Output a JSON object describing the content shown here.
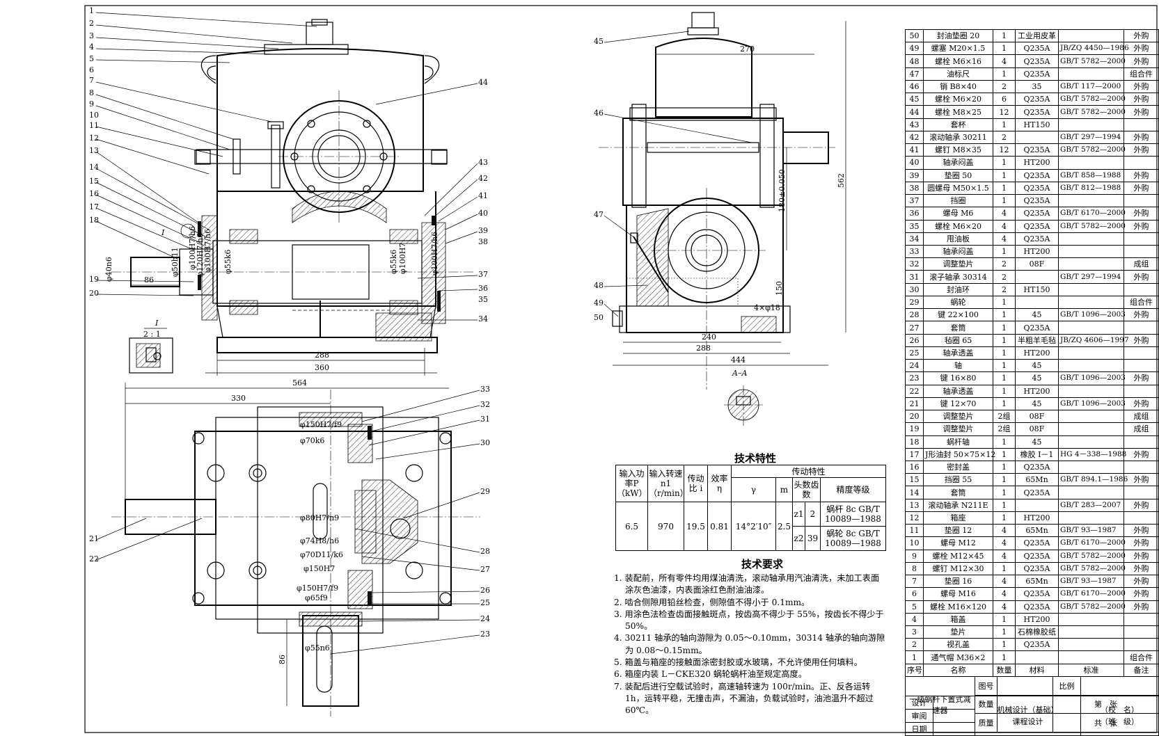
{
  "callouts_front": [
    "1",
    "2",
    "3",
    "4",
    "5",
    "6",
    "7",
    "8",
    "9",
    "10",
    "11",
    "12",
    "13",
    "14",
    "15",
    "16",
    "17",
    "18",
    "19",
    "20"
  ],
  "callouts_front_right": [
    "44",
    "43",
    "42",
    "41",
    "40",
    "39",
    "38",
    "37",
    "36",
    "35",
    "34"
  ],
  "callouts_top_right": [
    "33",
    "32",
    "31",
    "30",
    "29",
    "28",
    "27",
    "26",
    "25",
    "24",
    "23"
  ],
  "callouts_top_left": [
    "21",
    "22"
  ],
  "callouts_side": [
    "45",
    "46",
    "47",
    "48",
    "49",
    "50"
  ],
  "front_dims": {
    "shaft": "φ40n6",
    "d1": "φ50h11",
    "d2": "φ100H7/h6",
    "d3": "φ120H7/h6",
    "d4": "φ100H7/h6",
    "d5": "φ55k6",
    "d6": "φ55k6",
    "d7": "φ100H7",
    "d8": "φ100H7/h6",
    "l86": "86",
    "w288": "288",
    "w360": "360",
    "detail": "I",
    "detail_scale": "2 : 1",
    "detail_mark": "I"
  },
  "top_dims": {
    "w564": "564",
    "w330": "330",
    "d1": "φ150H7/f9",
    "d2": "φ70k6",
    "d3": "φ80H7/n9",
    "d4": "φ74H8/h6",
    "d5": "φ70D11/k6",
    "d6": "φ150H7",
    "d7": "φ150H7/f9",
    "d8": "φ65f9",
    "d9": "φ55n6",
    "h86": "86"
  },
  "side_dims": {
    "w270": "270",
    "h562": "562",
    "h180": "180±0.050",
    "h150": "150",
    "holes": "4×φ18",
    "w240": "240",
    "w288": "288",
    "w444": "444",
    "section": "A–A"
  },
  "tech": {
    "title": "技术特性",
    "h_power": "输入功率P（kW）",
    "h_speed": "输入转速n1（r/min）",
    "h_ratio": "传动比 i",
    "h_eff": "效率 η",
    "h_trans": "传动特性",
    "h_gamma": "γ",
    "h_m": "m",
    "h_teeth": "头数齿数",
    "h_grade": "精度等级",
    "power": "6.5",
    "speed": "970",
    "ratio": "19.5",
    "eff": "0.81",
    "gamma": "14°2′10″",
    "m": "2.5",
    "z1": "z1",
    "z1v": "2",
    "z2": "z2",
    "z2v": "39",
    "grade1": "蜗杆 8c GB/T 10089—1988",
    "grade2": "蜗轮 8c GB/T 10089—1988"
  },
  "requirements": {
    "title": "技术要求",
    "items": [
      "1. 装配前，所有零件均用煤油清洗，滚动轴承用汽油清洗，未加工表面涂灰色油漆，内表面涂红色耐油油漆。",
      "2. 啮合侧隙用铅丝检查，侧隙值不得小于 0.1mm。",
      "3. 用涂色法检查齿面接触斑点，按齿高不得少于 55%，按齿长不得少于 50%。",
      "4. 30211 轴承的轴向游隙为 0.05～0.10mm，30314 轴承的轴向游隙为 0.08～0.15mm。",
      "5. 箱盖与箱座的接触面涂密封胶或水玻璃，不允许使用任何填料。",
      "6. 箱座内装 L－CKE320 蜗轮蜗杆油至规定高度。",
      "7. 装配后进行空载试验时，高速轴转速为 100r/min。正、反各运转 1h，运转平稳，无撞击声，不漏油，负载试验时，油池温升不超过 60℃。"
    ]
  },
  "parts_header": [
    "序号",
    "名称",
    "数量",
    "材料",
    "标准",
    "备注"
  ],
  "parts": [
    [
      "50",
      "封油垫圈 20",
      "1",
      "工业用皮革",
      "",
      "外购"
    ],
    [
      "49",
      "螺塞 M20×1.5",
      "1",
      "Q235A",
      "JB/ZQ 4450—1986",
      "外购"
    ],
    [
      "48",
      "螺栓 M6×16",
      "4",
      "Q235A",
      "GB/T 5782—2000",
      "外购"
    ],
    [
      "47",
      "油标尺",
      "1",
      "Q235A",
      "",
      "组合件"
    ],
    [
      "46",
      "销 B8×40",
      "2",
      "35",
      "GB/T 117—2000",
      "外购"
    ],
    [
      "45",
      "螺栓 M6×20",
      "6",
      "Q235A",
      "GB/T 5782—2000",
      "外购"
    ],
    [
      "44",
      "螺栓 M8×25",
      "12",
      "Q235A",
      "GB/T 5782—2000",
      "外购"
    ],
    [
      "43",
      "套杯",
      "1",
      "HT150",
      "",
      ""
    ],
    [
      "42",
      "滚动轴承 30211",
      "2",
      "",
      "GB/T 297—1994",
      "外购"
    ],
    [
      "41",
      "螺钉 M8×35",
      "12",
      "Q235A",
      "GB/T 5782—2000",
      "外购"
    ],
    [
      "40",
      "轴承闷盖",
      "1",
      "HT200",
      "",
      ""
    ],
    [
      "39",
      "垫圈 50",
      "1",
      "Q235A",
      "GB/T 858—1988",
      "外购"
    ],
    [
      "38",
      "圆螺母 M50×1.5",
      "1",
      "Q235A",
      "GB/T 812—1988",
      "外购"
    ],
    [
      "37",
      "挡圈",
      "1",
      "Q235A",
      "",
      ""
    ],
    [
      "36",
      "螺母 M6",
      "4",
      "Q235A",
      "GB/T 6170—2000",
      "外购"
    ],
    [
      "35",
      "螺栓 M6×20",
      "4",
      "Q235A",
      "GB/T 5782—2000",
      "外购"
    ],
    [
      "34",
      "甩油板",
      "4",
      "Q235A",
      "",
      ""
    ],
    [
      "33",
      "轴承闷盖",
      "1",
      "HT200",
      "",
      ""
    ],
    [
      "32",
      "调整垫片",
      "2",
      "08F",
      "",
      "成组"
    ],
    [
      "31",
      "滚子轴承 30314",
      "2",
      "",
      "GB/T 297—1994",
      "外购"
    ],
    [
      "30",
      "封油环",
      "2",
      "HT150",
      "",
      ""
    ],
    [
      "29",
      "蜗轮",
      "1",
      "",
      "",
      "组合件"
    ],
    [
      "28",
      "键 22×100",
      "1",
      "45",
      "GB/T 1096—2003",
      "外购"
    ],
    [
      "27",
      "套筒",
      "1",
      "Q235A",
      "",
      ""
    ],
    [
      "26",
      "毡圈 65",
      "1",
      "半粗羊毛毡",
      "JB/ZQ 4606—1997",
      "外购"
    ],
    [
      "25",
      "轴承透盖",
      "1",
      "HT200",
      "",
      ""
    ],
    [
      "24",
      "轴",
      "1",
      "45",
      "",
      ""
    ],
    [
      "23",
      "键 16×80",
      "1",
      "45",
      "GB/T 1096—2003",
      "外购"
    ],
    [
      "22",
      "轴承透盖",
      "1",
      "HT200",
      "",
      ""
    ],
    [
      "21",
      "键 12×70",
      "1",
      "45",
      "GB/T 1096—2003",
      "外购"
    ],
    [
      "20",
      "调整垫片",
      "2组",
      "08F",
      "",
      "成组"
    ],
    [
      "19",
      "调整垫片",
      "2组",
      "08F",
      "",
      "成组"
    ],
    [
      "18",
      "蜗杆轴",
      "1",
      "45",
      "",
      ""
    ],
    [
      "17",
      "J形油封 50×75×12",
      "1",
      "橡胶 I－1",
      "HG 4－338—1988",
      "外购"
    ],
    [
      "16",
      "密封盖",
      "1",
      "Q235A",
      "",
      ""
    ],
    [
      "15",
      "挡圈 55",
      "1",
      "65Mn",
      "GB/T 894.1—1986",
      "外购"
    ],
    [
      "14",
      "套筒",
      "1",
      "Q235A",
      "",
      ""
    ],
    [
      "13",
      "滚动轴承 N211E",
      "1",
      "",
      "GB/T 283—2007",
      "外购"
    ],
    [
      "12",
      "箱座",
      "1",
      "HT200",
      "",
      ""
    ],
    [
      "11",
      "垫圈 12",
      "4",
      "65Mn",
      "GB/T 93—1987",
      "外购"
    ],
    [
      "10",
      "螺母 M12",
      "4",
      "Q235A",
      "GB/T 6170—2000",
      "外购"
    ],
    [
      "9",
      "螺栓 M12×45",
      "4",
      "Q235A",
      "GB/T 5782—2000",
      "外购"
    ],
    [
      "8",
      "螺钉 M12×30",
      "1",
      "Q235A",
      "GB/T 5782—2000",
      "外购"
    ],
    [
      "7",
      "垫圈 16",
      "4",
      "65Mn",
      "GB/T 93—1987",
      "外购"
    ],
    [
      "6",
      "螺母 M16",
      "4",
      "Q235A",
      "GB/T 6170—2000",
      "外购"
    ],
    [
      "5",
      "螺栓 M16×120",
      "4",
      "Q235A",
      "GB/T 5782—2000",
      "外购"
    ],
    [
      "4",
      "箱盖",
      "1",
      "HT200",
      "",
      ""
    ],
    [
      "3",
      "垫片",
      "1",
      "石棉橡胶纸",
      "",
      ""
    ],
    [
      "2",
      "视孔盖",
      "1",
      "Q235A",
      "",
      ""
    ],
    [
      "1",
      "通气帽 M36×2",
      "1",
      "",
      "",
      "组合件"
    ]
  ],
  "title_block": {
    "name": "一级蜗杆下置式减速器",
    "fig": "图号",
    "qty": "数量",
    "mass": "质量",
    "scale": "比例",
    "sheet_no": "第　张",
    "sheet_total": "共　张",
    "design": "设计",
    "review": "审阅",
    "date": "日期",
    "course1": "机械设计（基础）",
    "course2": "课程设计",
    "school": "（校　名）",
    "class": "（班　级）"
  }
}
